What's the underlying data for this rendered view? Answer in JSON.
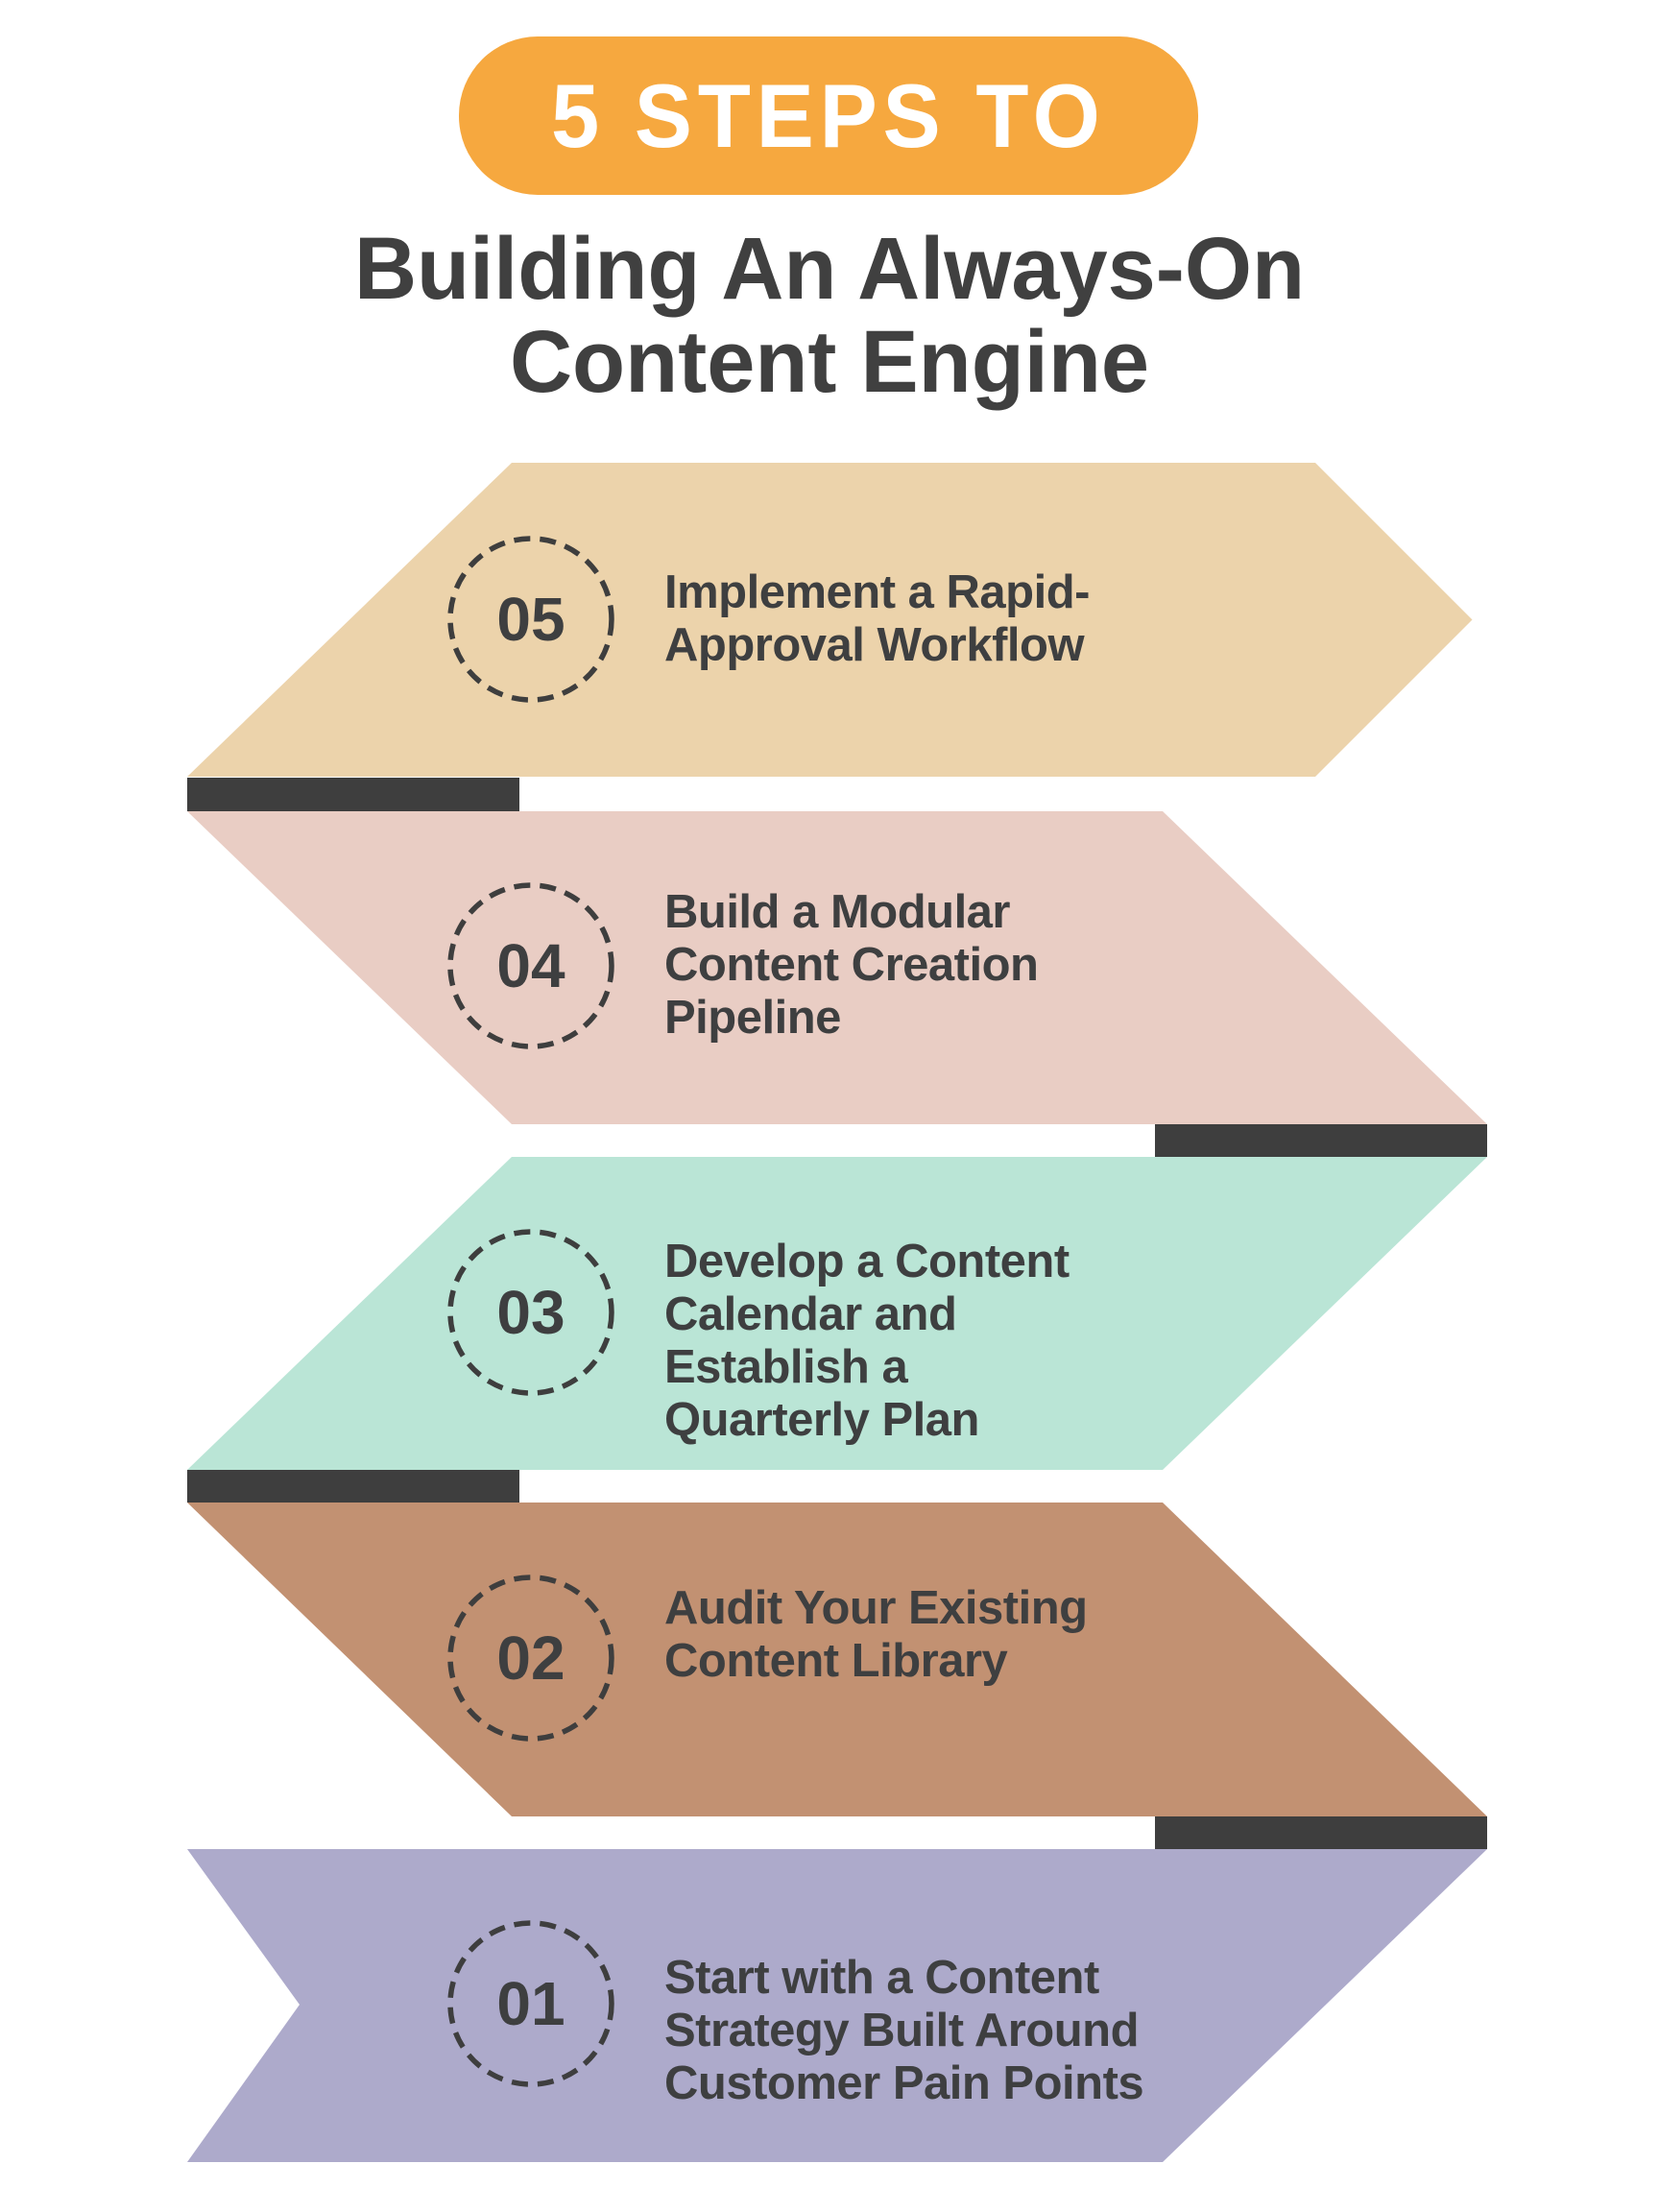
{
  "header": {
    "badge": "5 STEPS TO",
    "title": "Building An Always-On\nContent Engine"
  },
  "steps": [
    {
      "number": "05",
      "title": "Implement a Rapid-\nApproval Workflow"
    },
    {
      "number": "04",
      "title": "Build a Modular\nContent Creation\nPipeline"
    },
    {
      "number": "03",
      "title": "Develop a Content\nCalendar and\nEstablish a\nQuarterly Plan"
    },
    {
      "number": "02",
      "title": "Audit Your Existing\nContent Library"
    },
    {
      "number": "01",
      "title": "Start with a Content\nStrategy Built Around\nCustomer Pain Points"
    }
  ],
  "colors": {
    "badge_orange": "#F6A83F",
    "badge_text": "#FFFFFF",
    "heading_dark": "#404040",
    "text_dark": "#3E3F40",
    "step5_tan": "#ECD3AB",
    "step4_pink": "#E9CDC4",
    "step3_mint": "#BAE5D6",
    "step2_brown": "#C29172",
    "step1_lavender": "#ADAACB",
    "connector_dark": "#3E3E3E"
  }
}
